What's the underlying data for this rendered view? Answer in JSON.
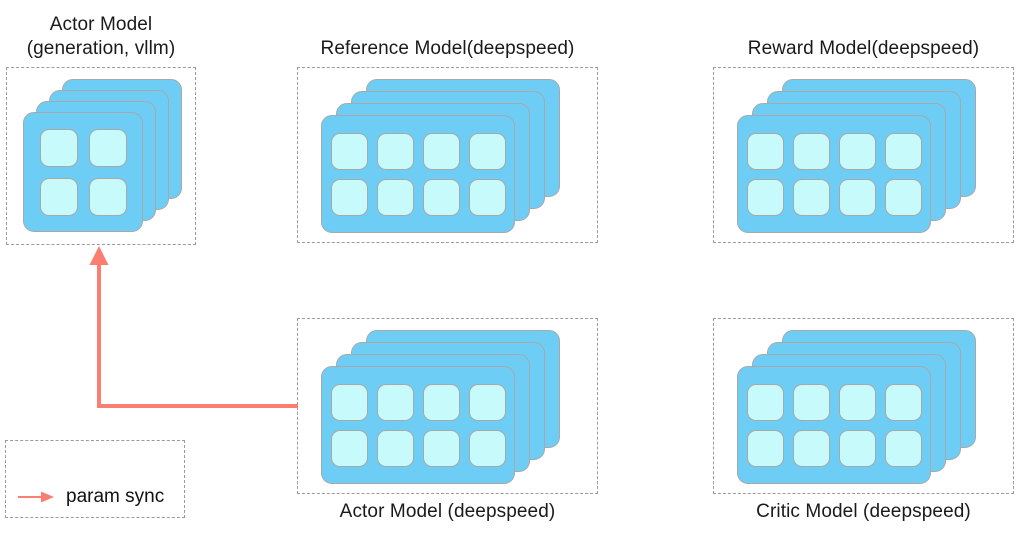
{
  "diagram": {
    "title_text": "",
    "background_color": "#ffffff",
    "card_color": "#6ecdf5",
    "chip_color": "#c7fbfb",
    "card_border_color": "#a8a8a8",
    "box_border_color": "#9b9b9b",
    "arrow_color": "#fa7f72",
    "label_color": "#1a1a1a"
  },
  "groups": [
    {
      "id": "actor-vllm",
      "label": "Actor Model\n(generation, vllm)",
      "label_position": "above",
      "cards": 4,
      "chip_cols": 2,
      "chip_rows": 2
    },
    {
      "id": "reference-model",
      "label": "Reference Model(deepspeed)",
      "label_position": "above",
      "cards": 4,
      "chip_cols": 4,
      "chip_rows": 2
    },
    {
      "id": "reward-model",
      "label": "Reward Model(deepspeed)",
      "label_position": "above",
      "cards": 4,
      "chip_cols": 4,
      "chip_rows": 2
    },
    {
      "id": "actor-deepspeed",
      "label": "Actor Model (deepspeed)",
      "label_position": "below",
      "cards": 4,
      "chip_cols": 4,
      "chip_rows": 2
    },
    {
      "id": "critic-model",
      "label": "Critic Model (deepspeed)",
      "label_position": "below",
      "cards": 4,
      "chip_cols": 4,
      "chip_rows": 2
    }
  ],
  "connections": [
    {
      "id": "param-sync-connector",
      "from": "actor-deepspeed",
      "to": "actor-vllm",
      "style": "elbow-arrow",
      "color": "#fa7f72"
    }
  ],
  "legend": {
    "items": [
      {
        "id": "param-sync",
        "label": "param sync",
        "color": "#fa7f72",
        "marker": "arrow-right-icon"
      }
    ]
  }
}
